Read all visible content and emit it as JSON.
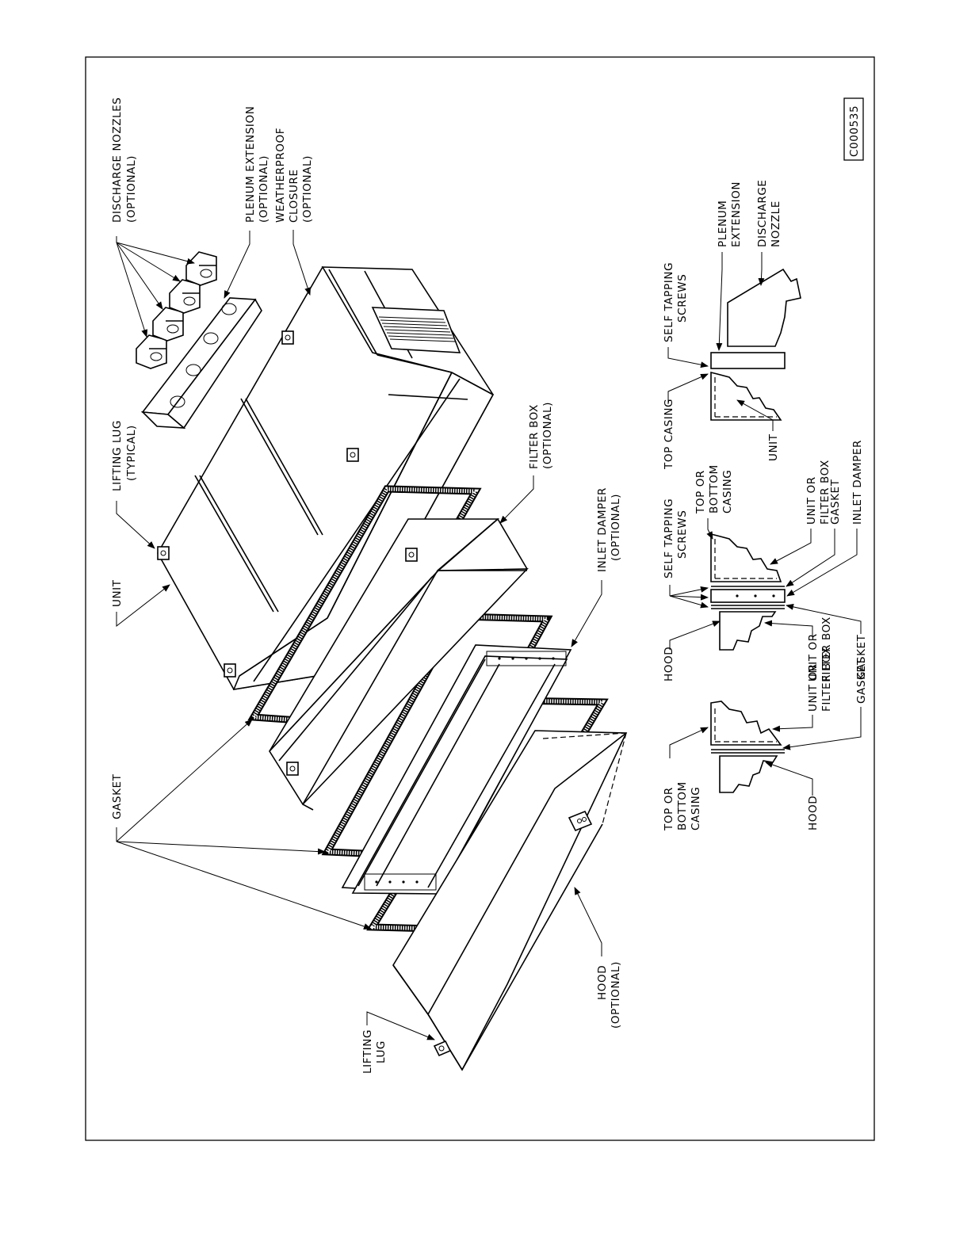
{
  "drawing_id": "C000535",
  "labels": {
    "discharge_nozzles": [
      "DISCHARGE NOZZLES",
      "(OPTIONAL)"
    ],
    "plenum_extension": [
      "PLENUM EXTENSION",
      "(OPTIONAL)"
    ],
    "weatherproof_closure": [
      "WEATHERPROOF",
      "CLOSURE",
      "(OPTIONAL)"
    ],
    "lifting_lug_typical": [
      "LIFTING LUG",
      "(TYPICAL)"
    ],
    "unit": [
      "UNIT"
    ],
    "filter_box": [
      "FILTER BOX",
      "(OPTIONAL)"
    ],
    "inlet_damper": [
      "INLET DAMPER",
      "(OPTIONAL)"
    ],
    "gasket": [
      "GASKET"
    ],
    "hood": [
      "HOOD",
      "(OPTIONAL)"
    ],
    "lifting_lug": [
      "LIFTING",
      "LUG"
    ]
  },
  "details": {
    "left": {
      "top_or_bottom_casing": [
        "TOP OR",
        "BOTTOM",
        "CASING"
      ],
      "hood": [
        "HOOD"
      ],
      "unit_or_filter_box": [
        "UNIT OR",
        "FILTER BOX"
      ],
      "gasket": [
        "GASKET"
      ]
    },
    "middle": {
      "self_tapping_screws": [
        "SELF TAPPING",
        "SCREWS"
      ],
      "top_or_bottom_casing": [
        "TOP OR",
        "BOTTOM",
        "CASING"
      ],
      "unit_or_filter_box": [
        "UNIT OR",
        "FILTER BOX"
      ],
      "gasket": [
        "GASKET"
      ],
      "inlet_damper": [
        "INLET DAMPER"
      ],
      "hood": [
        "HOOD"
      ],
      "unit_or_filter_box_2": [
        "UNIT OR",
        "FILTER BOX"
      ],
      "gasket_2": [
        "GASKET"
      ]
    },
    "right": {
      "top_casing": [
        "TOP CASING"
      ],
      "self_tapping_screws": [
        "SELF TAPPING",
        "SCREWS"
      ],
      "plenum_extension": [
        "PLENUM",
        "EXTENSION"
      ],
      "discharge_nozzle": [
        "DISCHARGE",
        "NOZZLE"
      ],
      "unit": [
        "UNIT"
      ]
    }
  }
}
